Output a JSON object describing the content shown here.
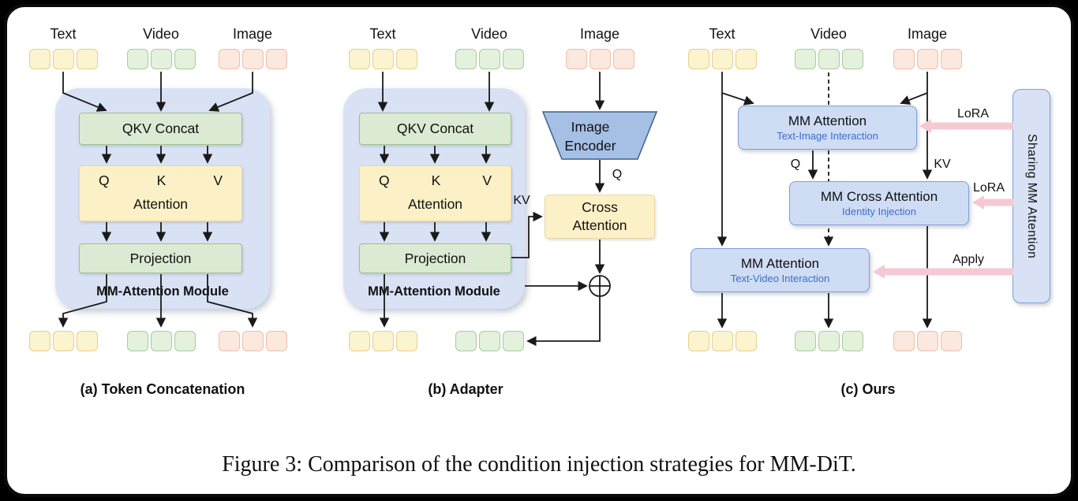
{
  "figure_caption": "Figure 3: Comparison of the condition injection strategies for MM-DiT.",
  "panels": {
    "a": {
      "caption": "(a) Token Concatenation",
      "labels": {
        "text": "Text",
        "video": "Video",
        "image": "Image"
      },
      "module": {
        "qkv_concat": "QKV Concat",
        "q": "Q",
        "k": "K",
        "v": "V",
        "attention": "Attention",
        "projection": "Projection",
        "name": "MM-Attention Module"
      }
    },
    "b": {
      "caption": "(b) Adapter",
      "labels": {
        "text": "Text",
        "video": "Video",
        "image": "Image"
      },
      "module": {
        "qkv_concat": "QKV Concat",
        "q": "Q",
        "k": "K",
        "v": "V",
        "attention": "Attention",
        "projection": "Projection",
        "name": "MM-Attention Module"
      },
      "image_encoder": {
        "line1": "Image",
        "line2": "Encoder"
      },
      "cross_attention": {
        "line1": "Cross",
        "line2": "Attention"
      },
      "q_label": "Q",
      "kv_label": "KV"
    },
    "c": {
      "caption": "(c) Ours",
      "labels": {
        "text": "Text",
        "video": "Video",
        "image": "Image"
      },
      "attn_text_image": {
        "title": "MM Attention",
        "subtitle": "Text-Image Interaction"
      },
      "cross_attention": {
        "title": "MM Cross Attention",
        "subtitle": "Identity Injection"
      },
      "attn_text_video": {
        "title": "MM Attention",
        "subtitle": "Text-Video Interaction"
      },
      "q_label": "Q",
      "kv_label": "KV",
      "lora_top": "LoRA",
      "lora_mid": "LoRA",
      "apply": "Apply",
      "sharing_bar": "Sharing MM Attention"
    }
  },
  "colors": {
    "token_yellow_bg": "#FCF3CF",
    "token_yellow_border": "#E8CF8E",
    "token_green_bg": "#E4F1DD",
    "token_green_border": "#A8CD9C",
    "token_pink_bg": "#FBE8DE",
    "token_pink_border": "#EFBFA8",
    "module_bg": "#D8E2F4",
    "green_box_bg": "#DBEAD3",
    "green_box_border": "#9DC18F",
    "yellow_box_bg": "#FCF0C6",
    "yellow_box_border": "#EDD9A0",
    "encoder_bg": "#A5BFE5",
    "encoder_border": "#3F608F",
    "c_box_bg": "#CEDCF4",
    "c_box_border": "#7DA0D8",
    "bar_bg": "#D8E2F4",
    "subtitle_blue": "#3F6DC8",
    "pink_arrow": "#F6C9D2",
    "line": "#1a1a1a"
  }
}
